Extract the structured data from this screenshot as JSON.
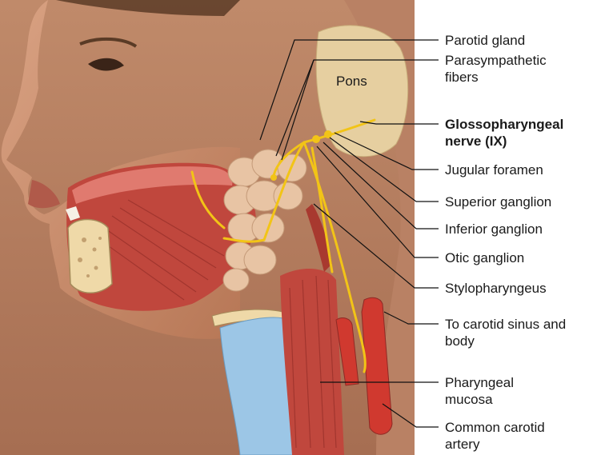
{
  "figure": {
    "region_label": "Pons",
    "labels": [
      {
        "id": "parotid-gland",
        "lines": [
          "Parotid gland"
        ],
        "bold": false
      },
      {
        "id": "parasympathetic-fibers",
        "lines": [
          "Parasympathetic",
          "fibers"
        ],
        "bold": false
      },
      {
        "id": "glossopharyngeal-nerve",
        "lines": [
          "Glossopharyngeal",
          "nerve (IX)"
        ],
        "bold": true
      },
      {
        "id": "jugular-foramen",
        "lines": [
          "Jugular foramen"
        ],
        "bold": false
      },
      {
        "id": "superior-ganglion",
        "lines": [
          "Superior ganglion"
        ],
        "bold": false
      },
      {
        "id": "inferior-ganglion",
        "lines": [
          "Inferior ganglion"
        ],
        "bold": false
      },
      {
        "id": "otic-ganglion",
        "lines": [
          "Otic ganglion"
        ],
        "bold": false
      },
      {
        "id": "stylopharyngeus",
        "lines": [
          "Stylopharyngeus"
        ],
        "bold": false
      },
      {
        "id": "carotid-sinus",
        "lines": [
          "To carotid sinus and",
          "body"
        ],
        "bold": false
      },
      {
        "id": "pharyngeal-mucosa",
        "lines": [
          "Pharyngeal",
          "mucosa"
        ],
        "bold": false
      },
      {
        "id": "common-carotid-artery",
        "lines": [
          "Common carotid",
          "artery"
        ],
        "bold": false
      }
    ],
    "colors": {
      "skin": "#c98f6f",
      "skin_shadow": "#a86a4d",
      "hair": "#5a3b26",
      "muscle": "#c0473d",
      "muscle_dark": "#8e2a25",
      "nerve": "#f2c417",
      "gland": "#e8c4a4",
      "cartilage": "#9cc6e6",
      "bone": "#efd9a8",
      "artery": "#d0392f",
      "pons": "#e6cfa0"
    }
  }
}
